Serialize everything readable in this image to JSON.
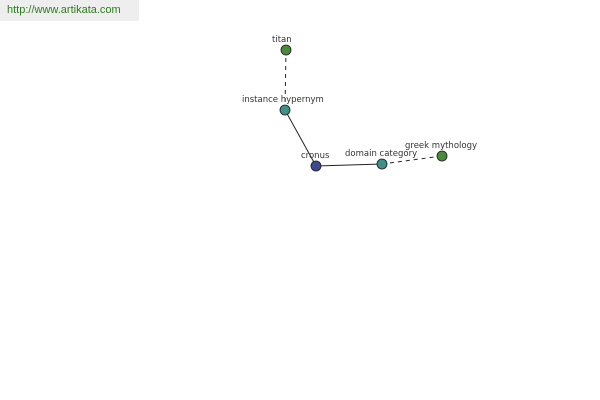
{
  "banner": {
    "url": "http://www.artikata.com",
    "text_color": "#2e7d1e",
    "background": "#eeeeee"
  },
  "graph": {
    "nodes": [
      {
        "id": "titan",
        "label": "titan",
        "color": "#4a8a3a"
      },
      {
        "id": "instance-hypernym",
        "label": "instance hypernym",
        "color": "#3f8f86"
      },
      {
        "id": "cronus",
        "label": "cronus",
        "color": "#3c4a8f"
      },
      {
        "id": "domain-category",
        "label": "domain category",
        "color": "#3f8f86"
      },
      {
        "id": "greek-mythology",
        "label": "greek mythology",
        "color": "#4a8a3a"
      }
    ],
    "edges": [
      {
        "from": "titan",
        "to": "instance-hypernym",
        "style": "dashed"
      },
      {
        "from": "instance-hypernym",
        "to": "cronus",
        "style": "solid"
      },
      {
        "from": "cronus",
        "to": "domain-category",
        "style": "solid"
      },
      {
        "from": "domain-category",
        "to": "greek-mythology",
        "style": "dashed"
      }
    ]
  }
}
